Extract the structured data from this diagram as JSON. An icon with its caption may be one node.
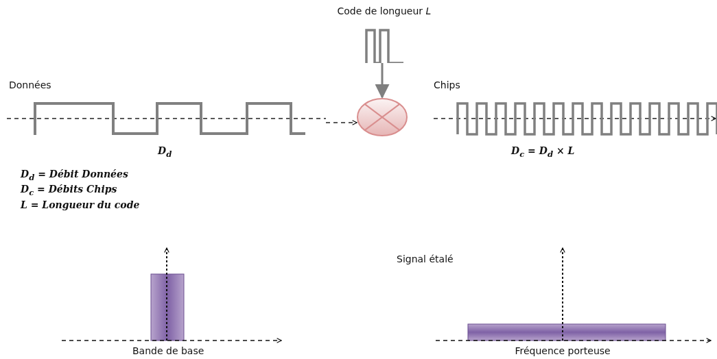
{
  "diagram": {
    "nodes": [
      {
        "text": [
          "Code de longueur *L*"
        ]
      },
      {
        "text": [],
        "shape": "circle"
      },
      {
        "text": [
          "Données",
          "D$_{d}$"
        ]
      },
      {
        "text": [
          "Chips",
          "D$_{c}$ =  D$_{d}$ × L"
        ]
      }
    ],
    "edges": [
      {
        "from": 0,
        "to": 1,
        "arrow": "to"
      },
      {
        "from": 2,
        "to": 1,
        "arrow": "to",
        "style": "dashed",
        "color": "#222222"
      }
    ],
    "labels": [
      "D$_{d}$ = Débit Données",
      "D$_{c}$ = Débits Chips",
      "L = Longueur du code",
      "Signal étalé",
      "Bande de base",
      "Fréquence porteuse"
    ]
  }
}
